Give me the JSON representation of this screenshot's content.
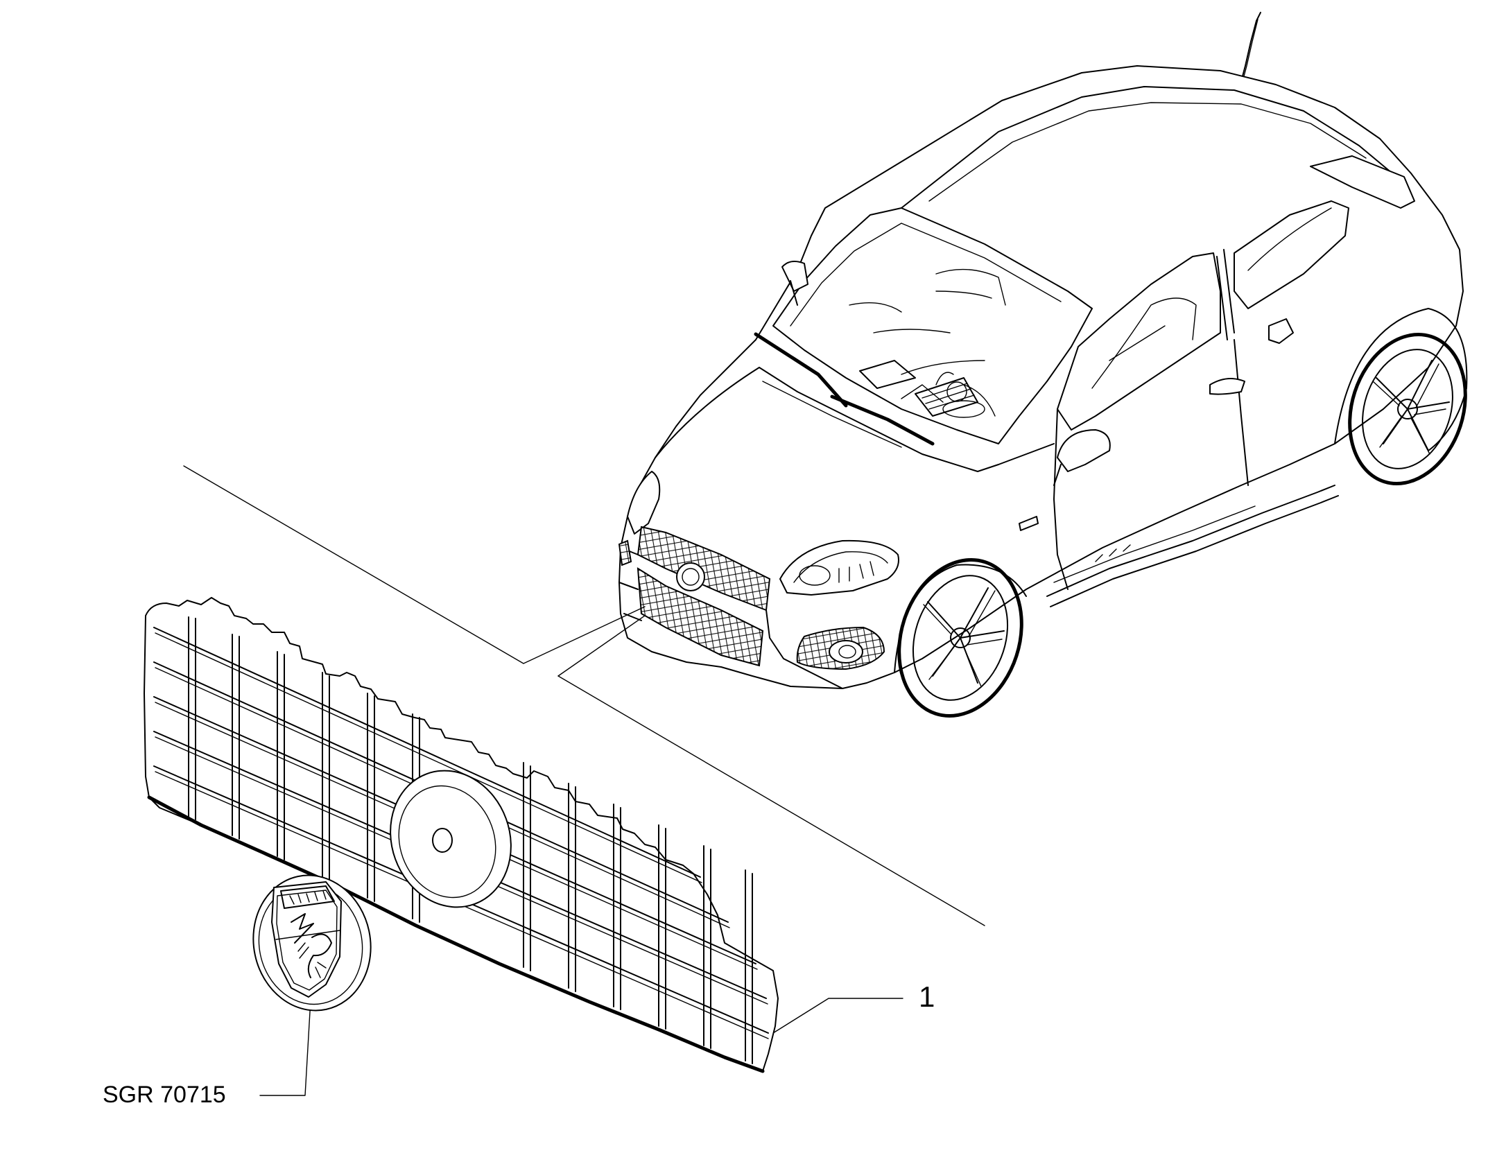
{
  "callouts": {
    "part_1": "1",
    "badge_code": "SGR 70715"
  },
  "icons": [
    "car-illustration",
    "front-grille",
    "abarth-badge",
    "antenna"
  ],
  "colors": {
    "ink": "#000000",
    "paper": "#ffffff"
  }
}
